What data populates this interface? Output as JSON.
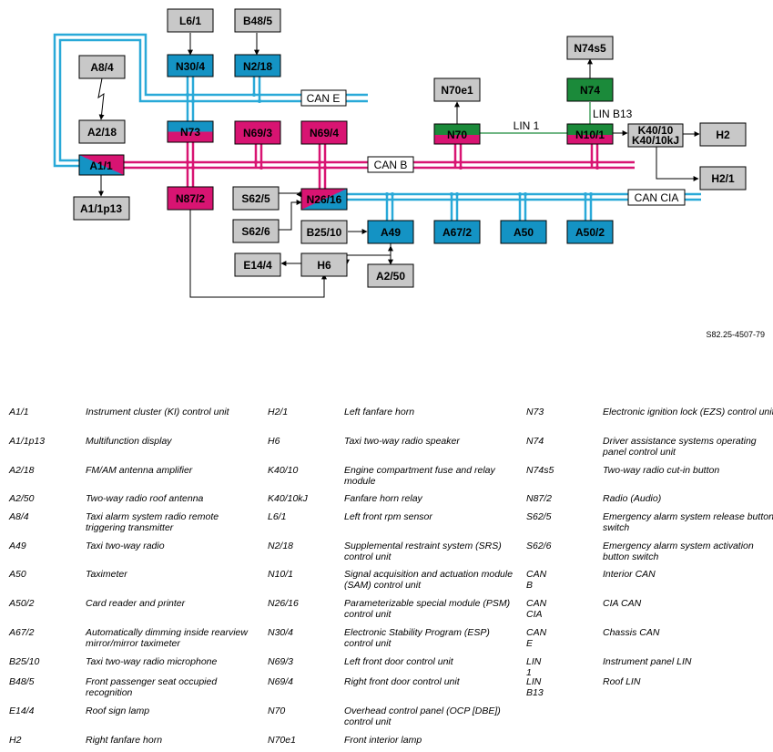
{
  "colors": {
    "gray": "#c8c8c8",
    "blue": "#1493c4",
    "magenta": "#d81472",
    "green": "#1b8a3a",
    "can_b": "#d81472",
    "can_cia": "#29a9d8",
    "can_e": "#29a9d8",
    "lin": "#1b8a3a"
  },
  "nodes": {
    "L6_1": "L6/1",
    "B48_5": "B48/5",
    "A8_4": "A8/4",
    "N30_4": "N30/4",
    "N2_18": "N2/18",
    "A2_18": "A2/18",
    "N73": "N73",
    "N69_3": "N69/3",
    "N69_4": "N69/4",
    "A1_1": "A1/1",
    "A1_1p13": "A1/1p13",
    "N87_2": "N87/2",
    "S62_5": "S62/5",
    "N26_16": "N26/16",
    "S62_6": "S62/6",
    "B25_10": "B25/10",
    "A49": "A49",
    "A67_2": "A67/2",
    "A50": "A50",
    "A50_2": "A50/2",
    "E14_4": "E14/4",
    "H6": "H6",
    "A2_50": "A2/50",
    "N70e1": "N70e1",
    "N70": "N70",
    "N74s5": "N74s5",
    "N74": "N74",
    "N10_1": "N10/1",
    "K40_10": "K40/10",
    "K40_10kJ": "K40/10kJ",
    "H2": "H2",
    "H2_1": "H2/1"
  },
  "buses": {
    "can_e": "CAN E",
    "can_b": "CAN B",
    "can_cia": "CAN CIA",
    "lin_1": "LIN 1",
    "lin_b13": "LIN B13"
  },
  "reference": "S82.25-4507-79",
  "legend": [
    {
      "code": "A1/1",
      "desc": "Instrument cluster (KI) control unit"
    },
    {
      "code": "A1/1p13",
      "desc": "Multifunction display"
    },
    {
      "code": "A2/18",
      "desc": "FM/AM antenna amplifier"
    },
    {
      "code": "A2/50",
      "desc": "Two-way radio roof antenna"
    },
    {
      "code": "A8/4",
      "desc": "Taxi alarm system radio remote triggering transmitter"
    },
    {
      "code": "A49",
      "desc": "Taxi two-way radio"
    },
    {
      "code": "A50",
      "desc": "Taximeter"
    },
    {
      "code": "A50/2",
      "desc": "Card reader and printer"
    },
    {
      "code": "A67/2",
      "desc": "Automatically dimming inside rearview mirror/mirror taximeter"
    },
    {
      "code": "B25/10",
      "desc": "Taxi two-way radio microphone"
    },
    {
      "code": "B48/5",
      "desc": "Front passenger seat occupied recognition"
    },
    {
      "code": "E14/4",
      "desc": "Roof sign lamp"
    },
    {
      "code": "H2",
      "desc": "Right fanfare horn"
    },
    {
      "code": "H2/1",
      "desc": "Left fanfare horn"
    },
    {
      "code": "H6",
      "desc": "Taxi two-way radio speaker"
    },
    {
      "code": "K40/10",
      "desc": "Engine compartment fuse and relay module"
    },
    {
      "code": "K40/10kJ",
      "desc": "Fanfare horn relay"
    },
    {
      "code": "L6/1",
      "desc": "Left front rpm sensor"
    },
    {
      "code": "N2/18",
      "desc": "Supplemental restraint system (SRS) control unit"
    },
    {
      "code": "N10/1",
      "desc": "Signal acquisition and actuation module (SAM) control unit"
    },
    {
      "code": "N26/16",
      "desc": "Parameterizable special module (PSM) control unit"
    },
    {
      "code": "N30/4",
      "desc": "Electronic Stability Program (ESP) control unit"
    },
    {
      "code": "N69/3",
      "desc": "Left front door control unit"
    },
    {
      "code": "N69/4",
      "desc": "Right front door control unit"
    },
    {
      "code": "N70",
      "desc": "Overhead control panel (OCP [DBE]) control unit"
    },
    {
      "code": "N70e1",
      "desc": "Front interior lamp"
    },
    {
      "code": "N73",
      "desc": "Electronic ignition lock (EZS) control unit"
    },
    {
      "code": "N74",
      "desc": "Driver assistance systems operating panel control unit"
    },
    {
      "code": "N74s5",
      "desc": "Two-way radio cut-in button"
    },
    {
      "code": "N87/2",
      "desc": "Radio (Audio)"
    },
    {
      "code": "S62/5",
      "desc": "Emergency alarm system release button switch"
    },
    {
      "code": "S62/6",
      "desc": "Emergency alarm system activation button switch"
    },
    {
      "code": "CAN B",
      "desc": "Interior CAN"
    },
    {
      "code": "CAN CIA",
      "desc": "CIA CAN"
    },
    {
      "code": "CAN E",
      "desc": "Chassis CAN"
    },
    {
      "code": "LIN 1",
      "desc": "Instrument panel LIN"
    },
    {
      "code": "LIN B13",
      "desc": "Roof LIN"
    }
  ]
}
